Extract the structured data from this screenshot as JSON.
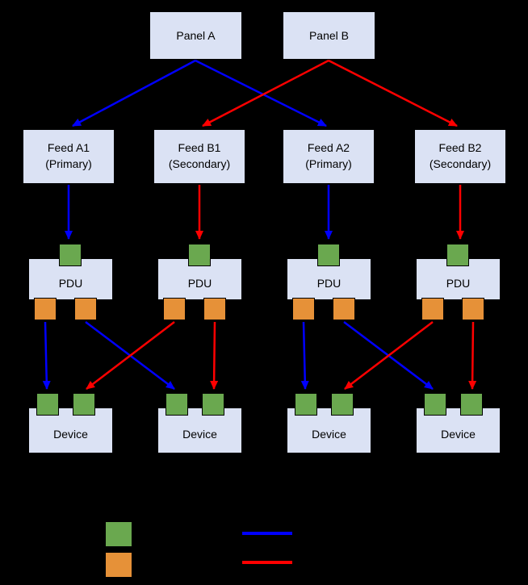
{
  "diagram": {
    "background_color": "#000000",
    "node_fill_color": "#dbe2f4",
    "node_border_color": "#000000",
    "inlet_port_color": "#6aa84f",
    "outlet_port_color": "#e69138",
    "primary_path_color": "#0000ff",
    "secondary_path_color": "#ff0000",
    "panels": [
      {
        "label": "Panel A"
      },
      {
        "label": "Panel B"
      }
    ],
    "feeds": [
      {
        "name": "Feed A1",
        "role": "(Primary)"
      },
      {
        "name": "Feed B1",
        "role": "(Secondary)"
      },
      {
        "name": "Feed A2",
        "role": "(Primary)"
      },
      {
        "name": "Feed B2",
        "role": "(Secondary)"
      }
    ],
    "pdus": [
      {
        "label": "PDU"
      },
      {
        "label": "PDU"
      },
      {
        "label": "PDU"
      },
      {
        "label": "PDU"
      }
    ],
    "devices": [
      {
        "label": "Device"
      },
      {
        "label": "Device"
      },
      {
        "label": "Device"
      },
      {
        "label": "Device"
      }
    ],
    "edges": [
      {
        "from": "Panel A",
        "to": "Feed A1",
        "color": "#0000ff"
      },
      {
        "from": "Panel A",
        "to": "Feed A2",
        "color": "#0000ff"
      },
      {
        "from": "Panel B",
        "to": "Feed B1",
        "color": "#ff0000"
      },
      {
        "from": "Panel B",
        "to": "Feed B2",
        "color": "#ff0000"
      },
      {
        "from": "Feed A1",
        "to": "PDU 1 inlet",
        "color": "#0000ff"
      },
      {
        "from": "Feed B1",
        "to": "PDU 2 inlet",
        "color": "#ff0000"
      },
      {
        "from": "Feed A2",
        "to": "PDU 3 inlet",
        "color": "#0000ff"
      },
      {
        "from": "Feed B2",
        "to": "PDU 4 inlet",
        "color": "#ff0000"
      },
      {
        "from": "PDU 1 outlet left",
        "to": "Device 1 port left",
        "color": "#0000ff"
      },
      {
        "from": "PDU 1 outlet right",
        "to": "Device 2 port left",
        "color": "#0000ff"
      },
      {
        "from": "PDU 2 outlet left",
        "to": "Device 1 port right",
        "color": "#ff0000"
      },
      {
        "from": "PDU 2 outlet right",
        "to": "Device 2 port right",
        "color": "#ff0000"
      },
      {
        "from": "PDU 3 outlet left",
        "to": "Device 3 port left",
        "color": "#0000ff"
      },
      {
        "from": "PDU 3 outlet right",
        "to": "Device 4 port left",
        "color": "#0000ff"
      },
      {
        "from": "PDU 4 outlet left",
        "to": "Device 3 port right",
        "color": "#ff0000"
      },
      {
        "from": "PDU 4 outlet right",
        "to": "Device 4 port right",
        "color": "#ff0000"
      }
    ],
    "legend": {
      "inlet_swatch": "green-square",
      "outlet_swatch": "orange-square",
      "primary_line": "blue-line",
      "secondary_line": "red-line"
    }
  }
}
